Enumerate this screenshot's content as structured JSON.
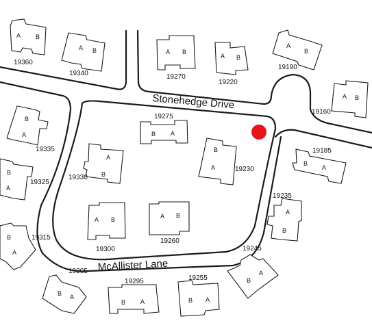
{
  "streets": {
    "stonehedge": "Stonehedge Drive",
    "mcallister": "McAllister Lane"
  },
  "unit_labels": {
    "a": "A",
    "b": "B"
  },
  "buildings": [
    {
      "id": "b19360",
      "number": "19360",
      "units": [
        "A",
        "B"
      ]
    },
    {
      "id": "b19340",
      "number": "19340",
      "units": [
        "A",
        "B"
      ]
    },
    {
      "id": "b19270",
      "number": "19270",
      "units": [
        "A",
        "B"
      ]
    },
    {
      "id": "b19220",
      "number": "19220",
      "units": [
        "A",
        "B"
      ]
    },
    {
      "id": "b19190",
      "number": "19190",
      "units": [
        "A",
        "B"
      ]
    },
    {
      "id": "b19160",
      "number": "19160",
      "units": [
        "A",
        "B"
      ]
    },
    {
      "id": "b19275",
      "number": "19275",
      "units": [
        "B",
        "A"
      ]
    },
    {
      "id": "b19335",
      "number": "19335",
      "units": [
        "B",
        "A"
      ]
    },
    {
      "id": "b19330",
      "number": "19330",
      "units": [
        "A",
        "B"
      ]
    },
    {
      "id": "b19230",
      "number": "19230",
      "units": [
        "B",
        "A"
      ]
    },
    {
      "id": "b19185",
      "number": "19185",
      "units": [
        "B",
        "A"
      ]
    },
    {
      "id": "b19325",
      "number": "19325",
      "units": [
        "B",
        "A"
      ]
    },
    {
      "id": "b19235",
      "number": "19235",
      "units": [
        "A",
        "B"
      ]
    },
    {
      "id": "b19300",
      "number": "19300",
      "units": [
        "A",
        "B"
      ]
    },
    {
      "id": "b19260",
      "number": "19260",
      "units": [
        "A",
        "B"
      ]
    },
    {
      "id": "b19315",
      "number": "19315",
      "units": [
        "B",
        "A"
      ]
    },
    {
      "id": "b19245",
      "number": "19245",
      "units": [
        "B",
        "A"
      ]
    },
    {
      "id": "b19305",
      "number": "19305",
      "units": [
        "B",
        "A"
      ]
    },
    {
      "id": "b19295",
      "number": "19295",
      "units": [
        "B",
        "A"
      ]
    },
    {
      "id": "b19255",
      "number": "19255",
      "units": [
        "B",
        "A"
      ]
    }
  ],
  "marker": {
    "color": "#e8141b"
  }
}
